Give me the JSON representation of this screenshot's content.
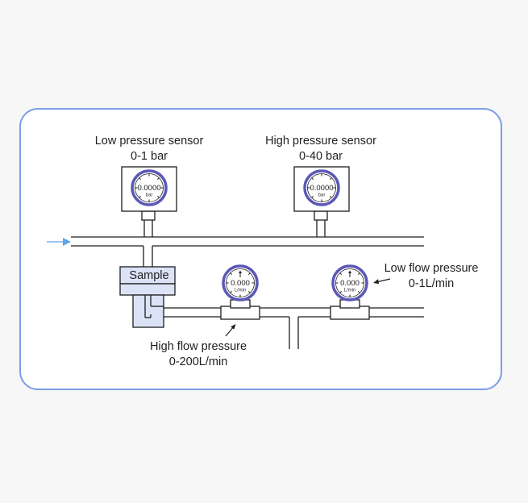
{
  "labels": {
    "low_pressure_title": "Low pressure sensor",
    "low_pressure_range": "0-1 bar",
    "high_pressure_title": "High pressure sensor",
    "high_pressure_range": "0-40 bar",
    "sample": "Sample",
    "low_flow_title": "Low flow pressure",
    "low_flow_range": "0-1L/min",
    "high_flow_title": "High flow pressure",
    "high_flow_range": "0-200L/min"
  },
  "gauges": {
    "low_pressure": {
      "value": "0.0000",
      "unit": "bar"
    },
    "high_pressure": {
      "value": "0.0000",
      "unit": "bar"
    },
    "high_flow": {
      "value": "0.000",
      "unit": "L/min"
    },
    "low_flow": {
      "value": "0.000",
      "unit": "L/min"
    }
  },
  "colors": {
    "panel_border": "#7d9ee6",
    "gauge_ring": "#5b58b8",
    "sample_fill": "#dce3f7",
    "inlet_arrow": "#5fa3e8",
    "line": "#1e1e1e"
  }
}
